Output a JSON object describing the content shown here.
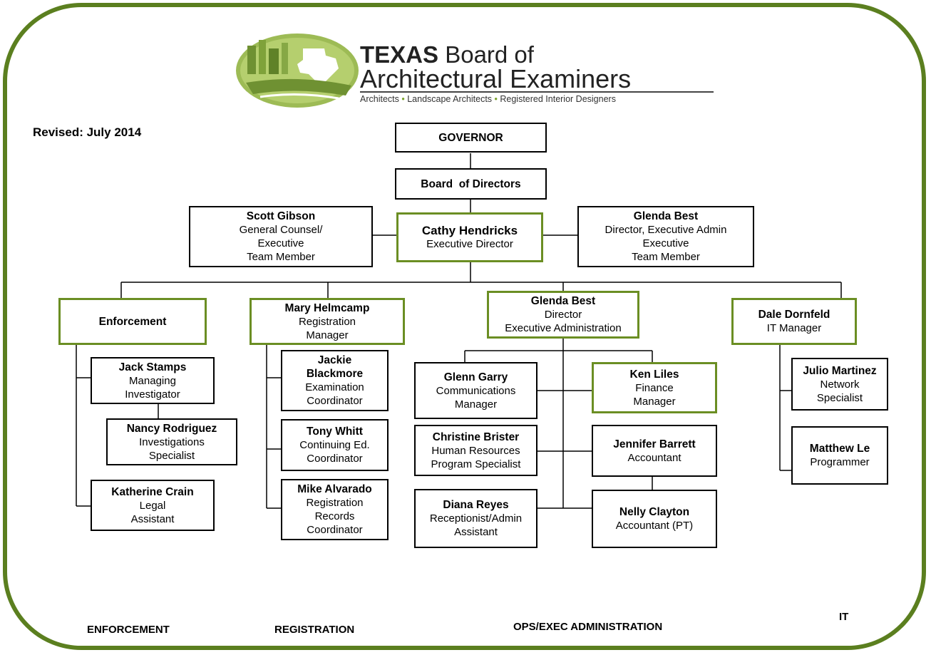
{
  "logo": {
    "title_bold": "TEXAS",
    "title_rest": " Board of",
    "subtitle": "Architectural Examiners",
    "tagline": [
      "Architects",
      "Landscape Architects",
      "Registered Interior Designers"
    ],
    "tagline_sep": " • "
  },
  "revised": "Revised:  July 2014",
  "colors": {
    "frame": "#5b7f1f",
    "highlight_border": "#6b8e23",
    "logo_green": "#7aa32c"
  },
  "nodes": {
    "governor": {
      "name": "GOVERNOR"
    },
    "board": {
      "name": "Board  of Directors"
    },
    "scott": {
      "name": "Scott Gibson",
      "title": "General Counsel/\nExecutive\nTeam Member"
    },
    "cathy": {
      "name": "Cathy Hendricks",
      "title": "Executive Director"
    },
    "glenda_top": {
      "name": "Glenda Best",
      "title": "Director, Executive Admin\nExecutive\nTeam Member"
    },
    "enforcement": {
      "name": "Enforcement"
    },
    "mary": {
      "name": "Mary Helmcamp",
      "title": "Registration\nManager"
    },
    "glenda_mid": {
      "name": "Glenda Best",
      "title": "Director\nExecutive Administration"
    },
    "dale": {
      "name": "Dale Dornfeld",
      "title": "IT Manager"
    },
    "jack": {
      "name": "Jack Stamps",
      "title": "Managing\nInvestigator"
    },
    "nancy": {
      "name": "Nancy Rodriguez",
      "title": "Investigations\nSpecialist"
    },
    "katherine": {
      "name": "Katherine Crain",
      "title": "Legal\nAssistant"
    },
    "jackie": {
      "name": "Jackie\nBlackmore",
      "title": "Examination\nCoordinator"
    },
    "tony": {
      "name": "Tony Whitt",
      "title": "Continuing Ed.\nCoordinator"
    },
    "mike": {
      "name": "Mike Alvarado",
      "title": "Registration\nRecords\nCoordinator"
    },
    "glenn": {
      "name": "Glenn Garry",
      "title": "Communications\nManager"
    },
    "ken": {
      "name": "Ken Liles",
      "title": "Finance\nManager"
    },
    "christine": {
      "name": "Christine Brister",
      "title": "Human Resources\nProgram Specialist"
    },
    "jennifer": {
      "name": "Jennifer Barrett",
      "title": "Accountant"
    },
    "diana": {
      "name": "Diana Reyes",
      "title": "Receptionist/Admin\nAssistant"
    },
    "nelly": {
      "name": "Nelly Clayton",
      "title": "Accountant (PT)"
    },
    "julio": {
      "name": "Julio Martinez",
      "title": "Network\nSpecialist"
    },
    "matthew": {
      "name": "Matthew Le",
      "title": "Programmer"
    }
  },
  "footer": {
    "enforcement": "ENFORCEMENT",
    "registration": "REGISTRATION",
    "ops": "OPS/EXEC ADMINISTRATION",
    "it": "IT"
  }
}
